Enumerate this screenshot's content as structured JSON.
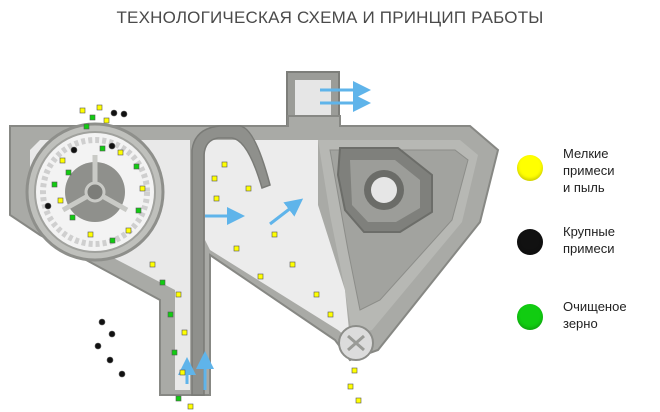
{
  "title": "ТЕХНОЛОГИЧЕСКАЯ СХЕМА И ПРИНЦИП РАБОТЫ",
  "legend": [
    {
      "label": "Мелкие\nпримеси\nи пыль",
      "color": "#ffff00",
      "name": "fine-impurities"
    },
    {
      "label": "Крупные\nпримеси",
      "color": "#111111",
      "name": "coarse-impurities"
    },
    {
      "label": "Очищеное\nзерно",
      "color": "#11cc11",
      "name": "cleaned-grain"
    }
  ],
  "colors": {
    "body": "#a9aaa6",
    "body_dark": "#8d8e8a",
    "interior": "#eeeeee",
    "airflow": "#5fb4ea"
  }
}
